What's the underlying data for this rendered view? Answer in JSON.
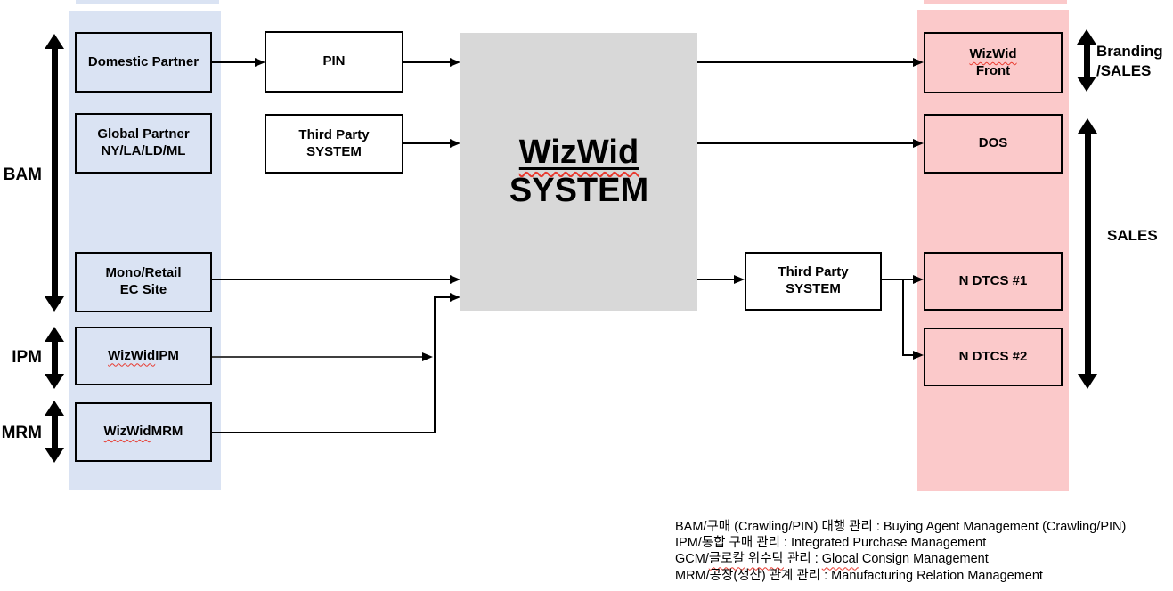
{
  "colors": {
    "column_blue": "#dae3f3",
    "column_pink": "#fbc9ca",
    "center_gray": "#d8d8d8",
    "box_white": "#ffffff",
    "line_black": "#000000",
    "spellcheck_red": "#e8392e"
  },
  "side_labels": {
    "bam": "BAM",
    "ipm": "IPM",
    "mrm": "MRM",
    "branding_sales": "Branding\n/SALES",
    "sales": "SALES"
  },
  "boxes": {
    "domestic_partner": "Domestic Partner",
    "global_partner": "Global Partner\nNY/LA/LD/ML",
    "mono_retail": "Mono/Retail\nEC Site",
    "wizwid_ipm": [
      {
        "t": "WizWid",
        "w": true
      },
      {
        "t": " IPM"
      }
    ],
    "wizwid_mrm": [
      {
        "t": "WizWid",
        "w": true
      },
      {
        "t": " MRM"
      }
    ],
    "pin": "PIN",
    "third_party_left": "Third Party\nSYSTEM",
    "wizwid_system": {
      "line1": "WizWid",
      "line2": "SYSTEM"
    },
    "third_party_right": "Third Party\nSYSTEM",
    "wizwid_front": {
      "line1": "WizWid",
      "line2": "Front"
    },
    "dos": "DOS",
    "n_dtcs_1": "N DTCS #1",
    "n_dtcs_2": "N DTCS #2"
  },
  "legend": {
    "line1": [
      {
        "t": "BAM/구매 (Crawling/PIN) 대행 관리 : Buying Agent Management (Crawling/PIN)"
      }
    ],
    "line2": [
      {
        "t": "IPM/통합 구매 관리 : Integrated Purchase Management"
      }
    ],
    "line3": [
      {
        "t": "GCM/"
      },
      {
        "t": "글로칼",
        "w": true
      },
      {
        "t": " "
      },
      {
        "t": "위수탁",
        "w": true
      },
      {
        "t": " 관리 : "
      },
      {
        "t": "Glocal",
        "w": true
      },
      {
        "t": " Consign Management"
      }
    ],
    "line4": [
      {
        "t": "MRM/공장(생산) 관계 관리 : Manufacturing Relation Management"
      }
    ]
  }
}
